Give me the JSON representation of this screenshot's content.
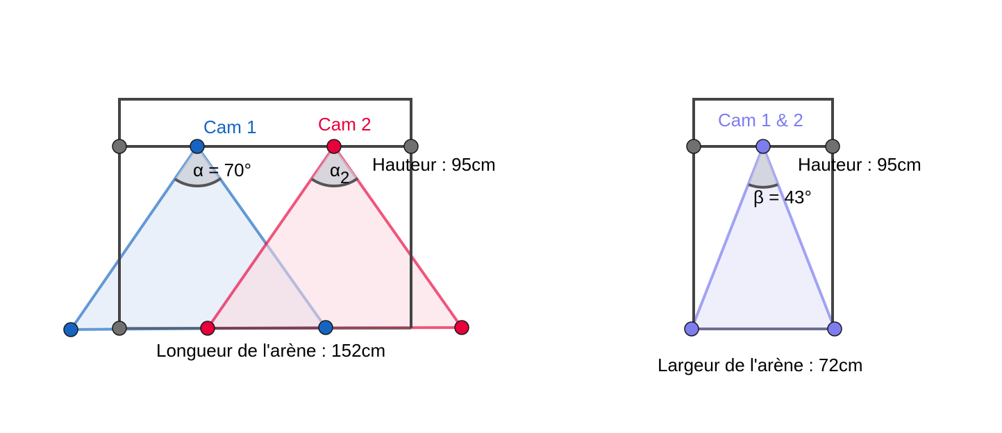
{
  "colors": {
    "frame": "#444444",
    "cam1": "#1565c0",
    "cam1_fill": "#dbe6f5",
    "cam2": "#e8003a",
    "cam2_fill": "#fcd9e0",
    "cam12": "#7d7df0",
    "cam12_fill": "#e8e8fb",
    "grey_point": "#707070",
    "angle_fill": "#c8ccd6"
  },
  "left_diagram": {
    "cam1_label": "Cam 1",
    "cam2_label": "Cam 2",
    "angle1_label": "α = 70°",
    "angle2_symbol": "α",
    "angle2_subscript": "2",
    "height_label": "Hauteur : 95cm",
    "length_label": "Longueur de l'arène : 152cm"
  },
  "right_diagram": {
    "cam_label": "Cam 1 & 2",
    "angle_label": "β = 43°",
    "height_label": "Hauteur : 95cm",
    "width_label": "Largeur de l'arène : 72cm"
  }
}
